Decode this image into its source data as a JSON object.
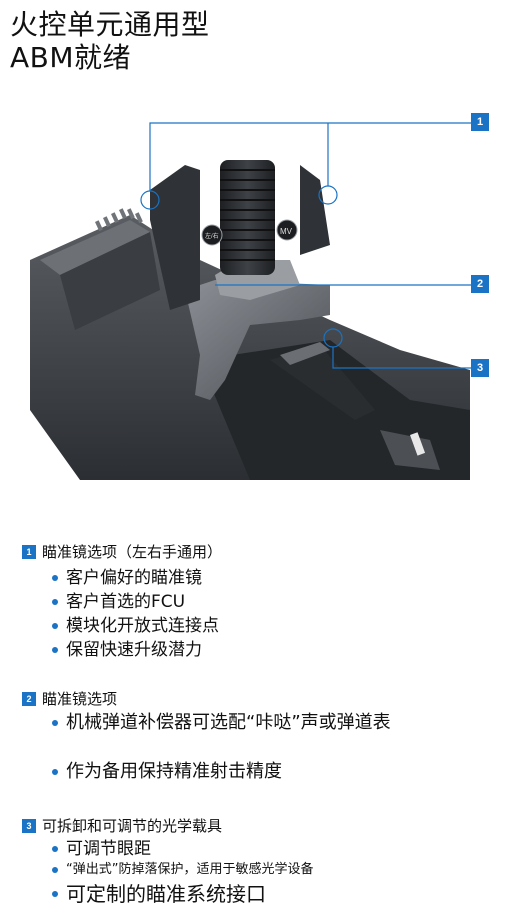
{
  "title": {
    "line1": "火控单元通用型",
    "line2": "ABM就绪"
  },
  "callouts": [
    "1",
    "2",
    "3"
  ],
  "sections": [
    {
      "badge": "1",
      "heading": "瞄准镜选项（左右手通用）",
      "bullets": [
        "客户偏好的瞄准镜",
        "客户首选的FCU",
        "模块化开放式连接点",
        "保留快速升级潜力"
      ]
    },
    {
      "badge": "2",
      "heading": "瞄准镜选项",
      "bullets": [
        "机械弹道补偿器可选配“咔哒”声或弹道表",
        "作为备用保持精准射击精度"
      ]
    },
    {
      "badge": "3",
      "heading": "可拆卸和可调节的光学载具",
      "bullets": [
        "可调节眼距",
        "“弹出式”防掉落保护，适用于敏感光学设备",
        "可定制的瞄准系统接口"
      ]
    }
  ],
  "product_labels": {
    "left_mark": "左/右",
    "right_mark": "MV"
  }
}
